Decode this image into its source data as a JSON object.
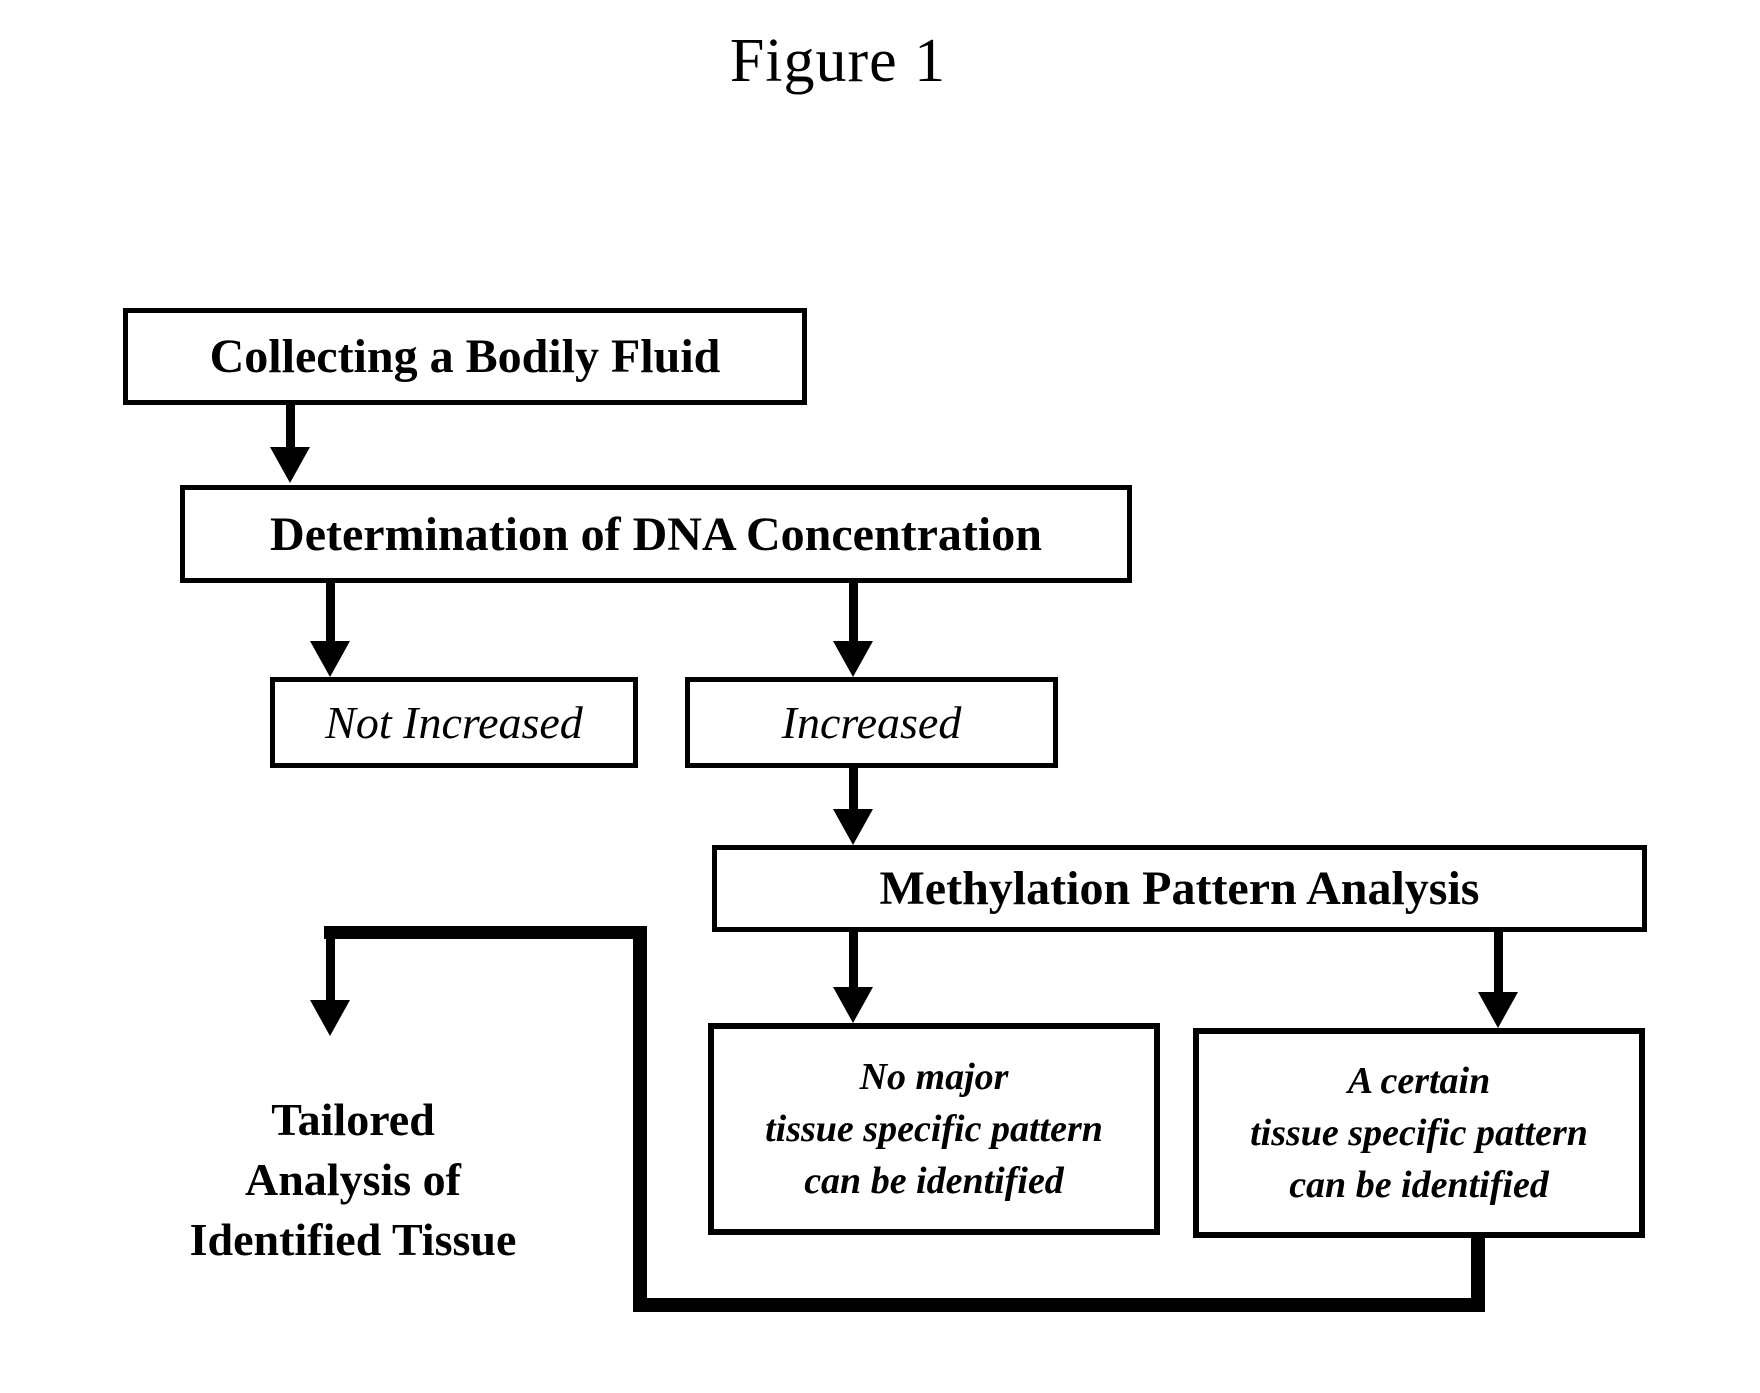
{
  "figure": {
    "title": "Figure 1"
  },
  "colors": {
    "ink": "#000000",
    "paper": "#ffffff"
  },
  "nodes": {
    "collect": {
      "label": "Collecting a Bodily Fluid"
    },
    "dna_concentration": {
      "label": "Determination of DNA Concentration"
    },
    "not_increased": {
      "label": "Not Increased"
    },
    "increased": {
      "label": "Increased"
    },
    "methylation": {
      "label": "Methylation Pattern Analysis"
    },
    "no_pattern": {
      "line1": "No major",
      "line2": "tissue specific pattern",
      "line3": "can be identified"
    },
    "certain_pattern": {
      "line1": "A certain",
      "line2": "tissue specific pattern",
      "line3": "can be identified"
    },
    "tailored": {
      "line1": "Tailored",
      "line2": "Analysis of",
      "line3": "Identified Tissue"
    }
  },
  "edges": [
    {
      "from": "collect",
      "to": "dna_concentration",
      "style": "arrow"
    },
    {
      "from": "dna_concentration",
      "to": "not_increased",
      "style": "arrow"
    },
    {
      "from": "dna_concentration",
      "to": "increased",
      "style": "arrow"
    },
    {
      "from": "increased",
      "to": "methylation",
      "style": "arrow"
    },
    {
      "from": "methylation",
      "to": "no_pattern",
      "style": "arrow"
    },
    {
      "from": "methylation",
      "to": "certain_pattern",
      "style": "arrow"
    },
    {
      "from": "certain_pattern",
      "to": "tailored",
      "style": "thick-elbow-arrow"
    }
  ]
}
